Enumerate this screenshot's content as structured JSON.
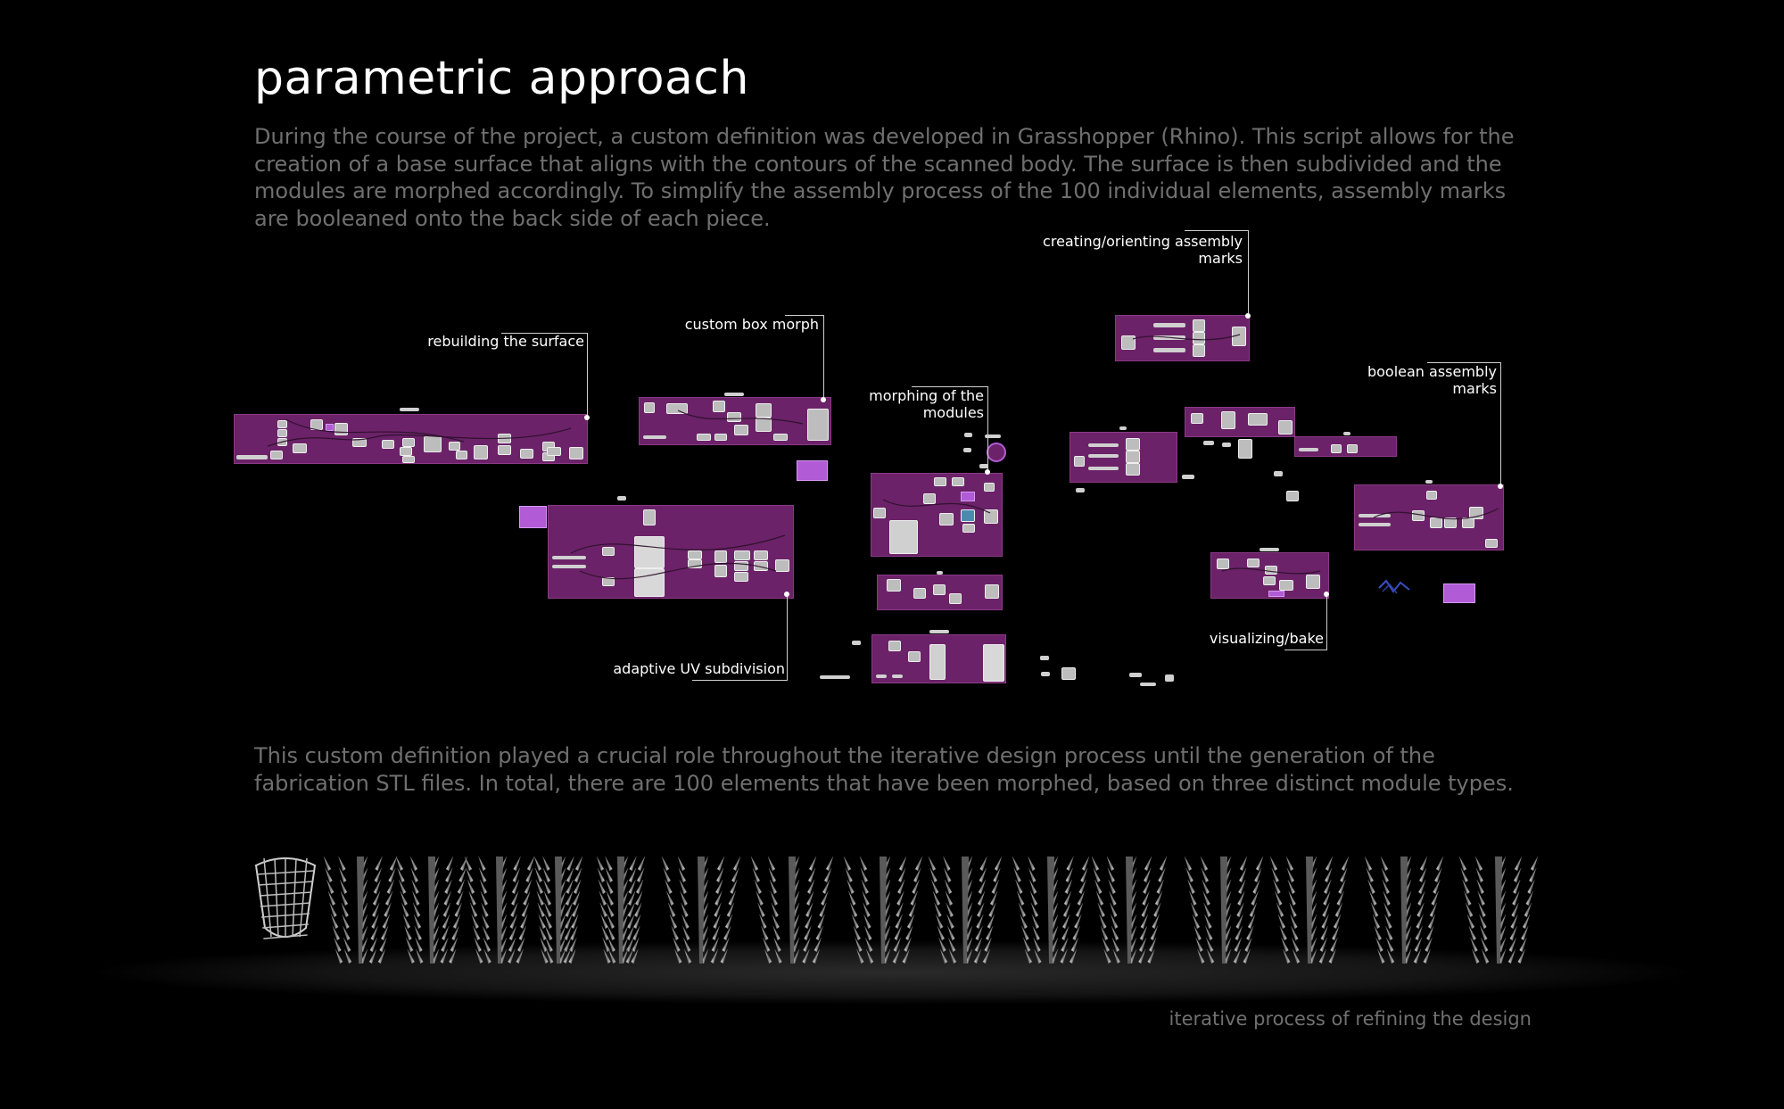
{
  "header": {
    "title": "parametric approach"
  },
  "intro_text": "During the course of the project, a custom definition was developed in Grasshopper (Rhino). This script allows for the creation of a base surface that aligns with the contours of the scanned body. The surface is then subdivided and the modules are morphed accordingly. To simplify the assembly process of the 100 individual elements, assembly marks are booleaned onto the back side of each piece.",
  "diagram": {
    "labels": {
      "rebuilding": "rebuilding the surface",
      "box_morph": "custom box morph",
      "morphing_1": "morphing of the",
      "morphing_2": "modules",
      "assembly_1": "creating/orienting assembly",
      "assembly_2": "marks",
      "boolean_1": "boolean assembly",
      "boolean_2": "marks",
      "adaptive": "adaptive UV subdivision",
      "visualizing": "visualizing/bake"
    },
    "colors": {
      "group_fill": "#6b2268",
      "highlight_fill": "#b15bd6",
      "background": "#000000"
    }
  },
  "outro_text": "This custom definition played a crucial role throughout the iterative design process until the generation of the fabrication STL files. In total, there are 100 elements that have been morphed, based on three distinct module types.",
  "gallery": {
    "caption": "iterative process of refining the design",
    "iteration_count": 16
  }
}
